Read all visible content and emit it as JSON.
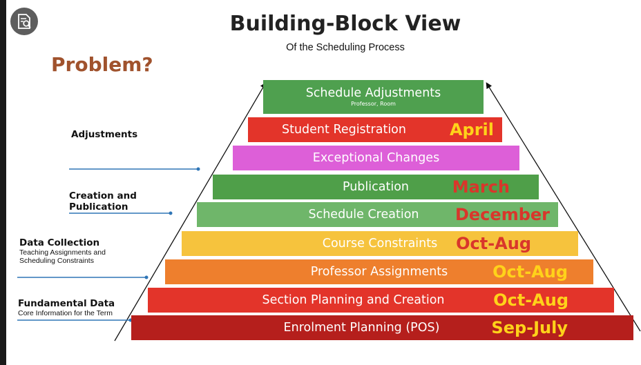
{
  "title": "Building-Block View",
  "subtitle": "Of the Scheduling Process",
  "problem_label": "Problem?",
  "side_labels": {
    "adjustments": "Adjustments",
    "creation_1": "Creation and",
    "creation_2": "Publication",
    "data_collection": "Data Collection",
    "data_collection_sub_1": "Teaching Assignments and",
    "data_collection_sub_2": "Scheduling Constraints",
    "fundamental": "Fundamental Data",
    "fundamental_sub": "Core Information for the Term"
  },
  "blocks": [
    {
      "label": "Schedule Adjustments",
      "sub": "Professor, Room",
      "date": "",
      "color": "#4fa04f"
    },
    {
      "label": "Student Registration",
      "sub": "",
      "date": "April",
      "color": "#e3342a",
      "date_color": "#ffd21a"
    },
    {
      "label": "Exceptional Changes",
      "sub": "",
      "date": "",
      "color": "#dd5fd8"
    },
    {
      "label": "Publication",
      "sub": "",
      "date": "March",
      "color": "#4f9f49",
      "date_color": "#d9362b"
    },
    {
      "label": "Schedule Creation",
      "sub": "",
      "date": "December",
      "color": "#6fb66a",
      "date_color": "#d9362b"
    },
    {
      "label": "Course Constraints",
      "sub": "",
      "date": "Oct-Aug",
      "color": "#f6c33d",
      "date_color": "#d9362b"
    },
    {
      "label": "Professor Assignments",
      "sub": "",
      "date": "Oct-Aug",
      "color": "#ee7f2d",
      "date_color": "#ffd21a"
    },
    {
      "label": "Section Planning and Creation",
      "sub": "",
      "date": "Oct-Aug",
      "color": "#e3342a",
      "date_color": "#ffd21a"
    },
    {
      "label": "Enrolment Planning (POS)",
      "sub": "",
      "date": "Sep-July",
      "color": "#b51f1c",
      "date_color": "#ffd21a"
    }
  ]
}
